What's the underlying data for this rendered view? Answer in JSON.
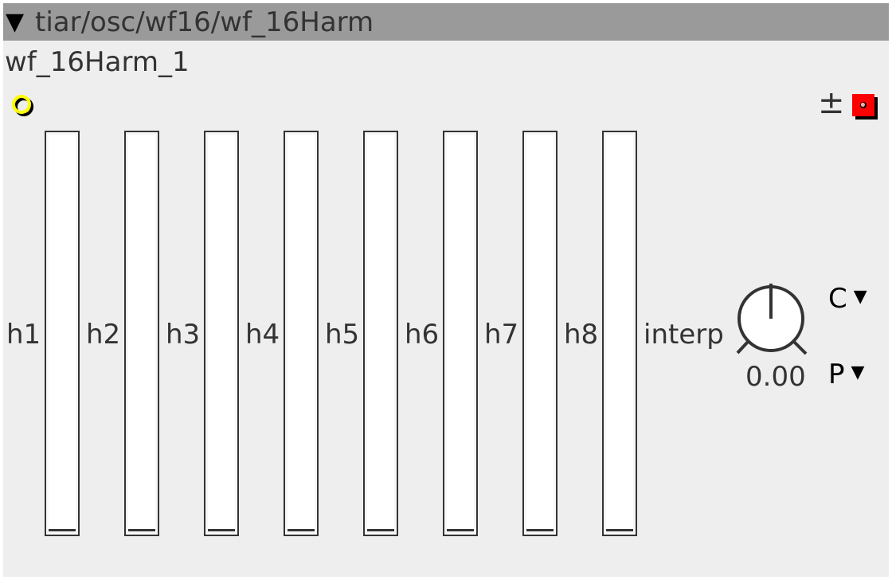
{
  "titlebar": {
    "arrow_icon": "triangle-down-icon",
    "path": "tiar/osc/wf16/wf_16Harm"
  },
  "instance": {
    "name": "wf_16Harm_1"
  },
  "header_icons": {
    "led": {
      "icon": "led-indicator-icon",
      "color": "#ffff00"
    },
    "bipolar_toggle": {
      "label": "±"
    },
    "record_box": {
      "icon": "red-square-icon",
      "color": "#ff0000"
    }
  },
  "sliders": [
    {
      "label": "h1",
      "value": 0
    },
    {
      "label": "h2",
      "value": 0
    },
    {
      "label": "h3",
      "value": 0
    },
    {
      "label": "h4",
      "value": 0
    },
    {
      "label": "h5",
      "value": 0
    },
    {
      "label": "h6",
      "value": 0
    },
    {
      "label": "h7",
      "value": 0
    },
    {
      "label": "h8",
      "value": 0
    }
  ],
  "interp": {
    "label": "interp",
    "value_text": "0.00",
    "value": 0
  },
  "dropdowns": {
    "c": {
      "label": "C",
      "arrow": "▼"
    },
    "p": {
      "label": "P",
      "arrow": "▼"
    }
  }
}
